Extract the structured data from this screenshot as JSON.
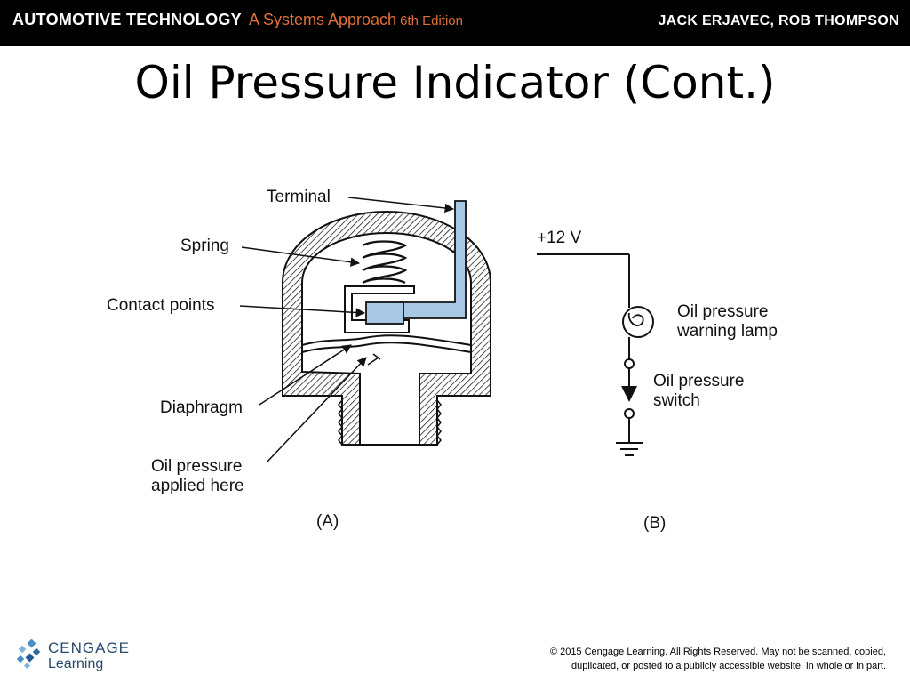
{
  "header": {
    "book_title": "AUTOMOTIVE TECHNOLOGY",
    "book_subtitle": "A Systems Approach",
    "edition": "6th Edition",
    "authors": "JACK ERJAVEC, ROB THOMPSON"
  },
  "slide": {
    "title": "Oil Pressure Indicator (Cont.)"
  },
  "figure": {
    "label_a": "(A)",
    "label_b": "(B)",
    "diagram_a": {
      "terminal": "Terminal",
      "spring": "Spring",
      "contact_points": "Contact points",
      "diaphragm": "Diaphragm",
      "oil_pressure_applied_line1": "Oil pressure",
      "oil_pressure_applied_line2": "applied here"
    },
    "diagram_b": {
      "voltage": "+12 V",
      "lamp_line1": "Oil pressure",
      "lamp_line2": "warning lamp",
      "switch_line1": "Oil pressure",
      "switch_line2": "switch"
    },
    "colors": {
      "terminal_fill": "#a9c8e6"
    }
  },
  "footer": {
    "logo_word1": "CENGAGE",
    "logo_word2": "Learning",
    "copyright_line1": "© 2015 Cengage Learning. All Rights Reserved. May not be scanned, copied,",
    "copyright_line2": "duplicated, or posted to a publicly accessible website, in whole or in part."
  }
}
